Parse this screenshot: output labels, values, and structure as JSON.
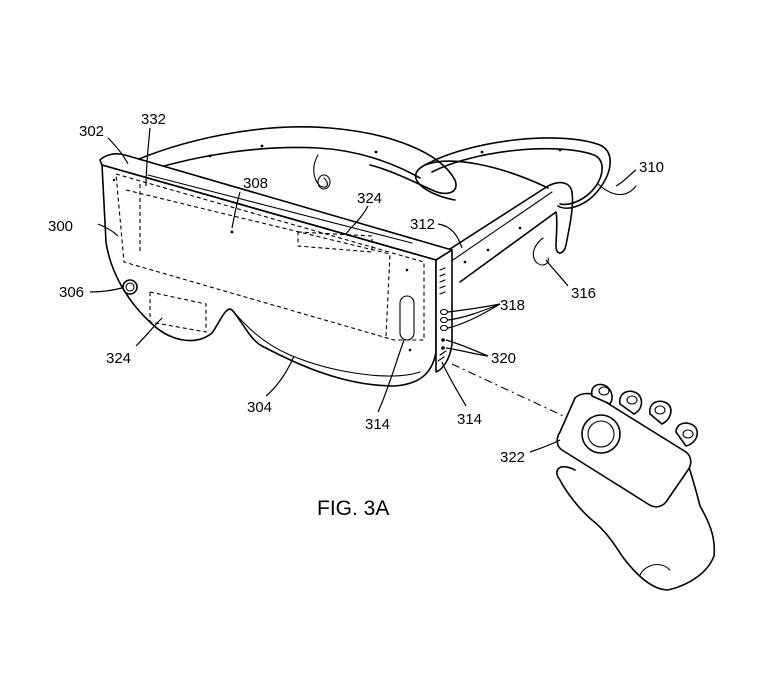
{
  "figure": {
    "caption": "FIG. 3A",
    "labels": {
      "r300": "300",
      "r302": "302",
      "r332": "332",
      "r308": "308",
      "r324_top": "324",
      "r310": "310",
      "r312": "312",
      "r316": "316",
      "r306": "306",
      "r318": "318",
      "r320": "320",
      "r324_bottom": "324",
      "r304": "304",
      "r314_left": "314",
      "r314_right": "314",
      "r322": "322"
    }
  }
}
